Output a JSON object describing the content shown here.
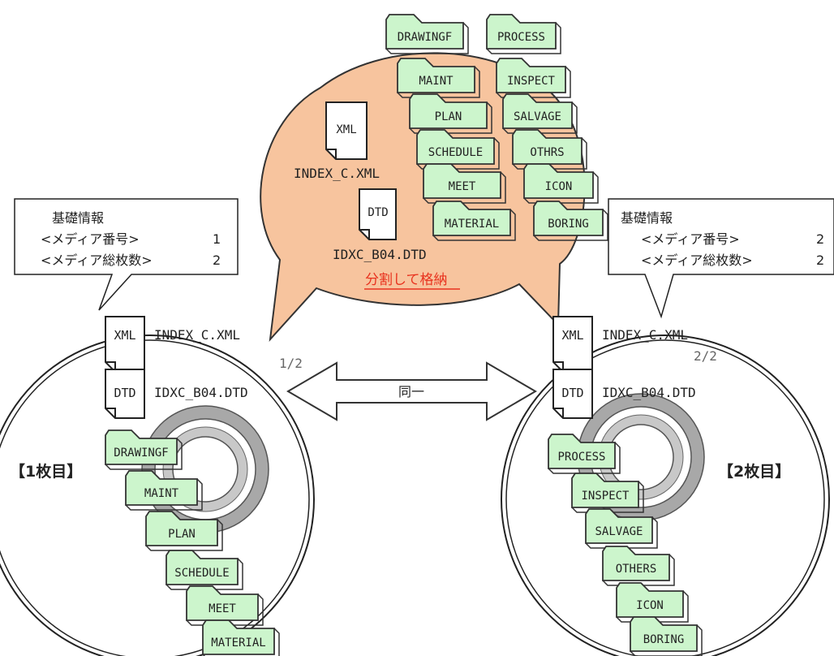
{
  "colors": {
    "folder_fill": "#ccf5cc",
    "folder_stroke": "#333333",
    "bubble_fill": "#f7c49e",
    "accent_red": "#e8321e",
    "disc_hub": "#a8a8a8",
    "arrow_fill": "#ffffff"
  },
  "bubble": {
    "files": [
      {
        "icon": "XML",
        "name": "INDEX_C.XML"
      },
      {
        "icon": "DTD",
        "name": "IDXC_B04.DTD"
      }
    ],
    "caption": "分割して格納",
    "folders_left": [
      "DRAWINGF",
      "MAINT",
      "PLAN",
      "SCHEDULE",
      "MEET",
      "MATERIAL"
    ],
    "folders_right": [
      "PROCESS",
      "INSPECT",
      "SALVAGE",
      "OTHRS",
      "ICON",
      "BORING"
    ]
  },
  "disc1": {
    "side_label": "【1枚目】",
    "index": "1/2",
    "callout": {
      "title": "基礎情報",
      "media_number_label": "<メディア番号>",
      "media_number": "1",
      "media_total_label": "<メディア総枚数>",
      "media_total": "2"
    },
    "files": [
      {
        "icon": "XML",
        "name": "INDEX_C.XML"
      },
      {
        "icon": "DTD",
        "name": "IDXC_B04.DTD"
      }
    ],
    "folders": [
      "DRAWINGF",
      "MAINT",
      "PLAN",
      "SCHEDULE",
      "MEET",
      "MATERIAL"
    ]
  },
  "disc2": {
    "side_label": "【2枚目】",
    "index": "2/2",
    "callout": {
      "title": "基礎情報",
      "media_number_label": "<メディア番号>",
      "media_number": "2",
      "media_total_label": "<メディア総枚数>",
      "media_total": "2"
    },
    "files": [
      {
        "icon": "XML",
        "name": "INDEX_C.XML"
      },
      {
        "icon": "DTD",
        "name": "IDXC_B04.DTD"
      }
    ],
    "folders": [
      "PROCESS",
      "INSPECT",
      "SALVAGE",
      "OTHERS",
      "ICON",
      "BORING"
    ]
  },
  "same_arrow_label": "同一"
}
